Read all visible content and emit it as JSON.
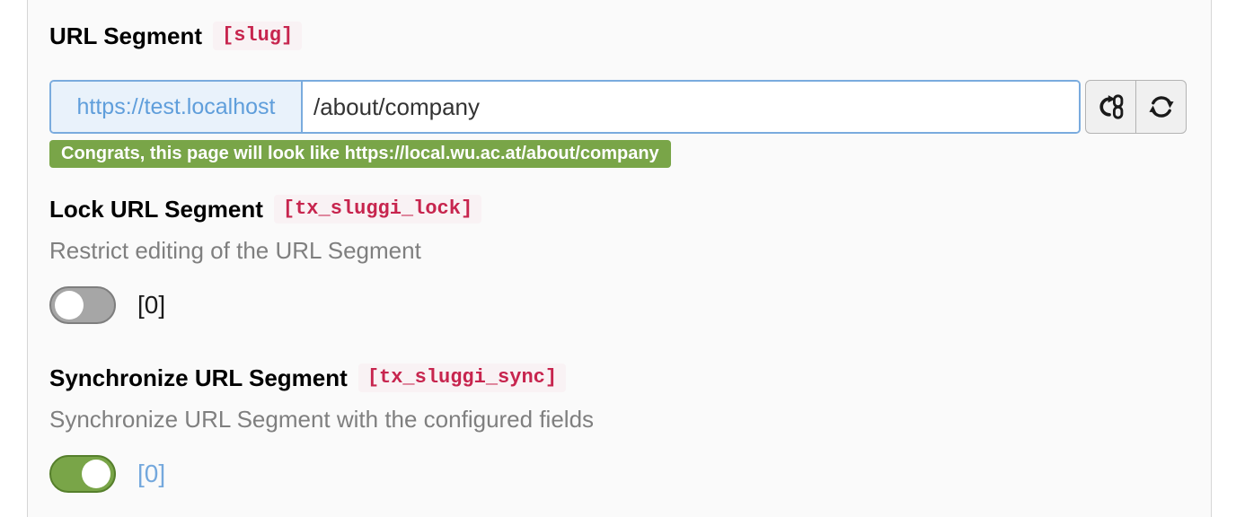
{
  "fields": {
    "slug": {
      "label": "URL Segment",
      "code": "[slug]",
      "prefix": "https://test.localhost",
      "value": "/about/company",
      "message": "Congrats, this page will look like https://local.wu.ac.at/about/company",
      "buttons": {
        "toggle_link_icon": "link-refresh-icon",
        "recalculate_icon": "refresh-icon"
      }
    },
    "lock": {
      "label": "Lock URL Segment",
      "code": "[tx_sluggi_lock]",
      "description": "Restrict editing of the URL Segment",
      "toggle_state": "off",
      "value_label": "[0]"
    },
    "sync": {
      "label": "Synchronize URL Segment",
      "code": "[tx_sluggi_sync]",
      "description": "Synchronize URL Segment with the configured fields",
      "toggle_state": "on",
      "value_label": "[0]"
    }
  },
  "colors": {
    "code_text": "#c7254e",
    "code_bg": "#f9f2f4",
    "success_green": "#79a548",
    "input_border_blue": "#7aabde",
    "prefix_text_blue": "#5f9edb",
    "sync_value_blue": "#74a8dd",
    "toggle_off_gray": "#a6a6a6",
    "description_gray": "#7f7f7f"
  }
}
